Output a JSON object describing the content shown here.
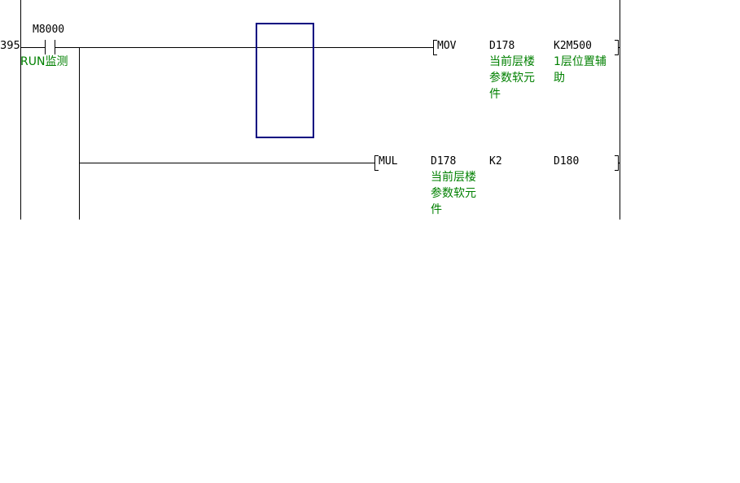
{
  "step_number": "395",
  "contact": {
    "device": "M8000",
    "comment": "RUN监测"
  },
  "instructions": [
    {
      "mnemonic": "MOV",
      "operands": [
        {
          "device": "D178",
          "comment": "当前层楼\n参数软元\n件"
        },
        {
          "device": "K2M500",
          "comment": "1层位置辅\n助"
        }
      ]
    },
    {
      "mnemonic": "MUL",
      "operands": [
        {
          "device": "D178",
          "comment": "当前层楼\n参数软元\n件"
        },
        {
          "device": "K2",
          "comment": ""
        },
        {
          "device": "D180",
          "comment": ""
        }
      ]
    }
  ],
  "colors": {
    "comment": "#008000",
    "cursor": "#000080"
  }
}
